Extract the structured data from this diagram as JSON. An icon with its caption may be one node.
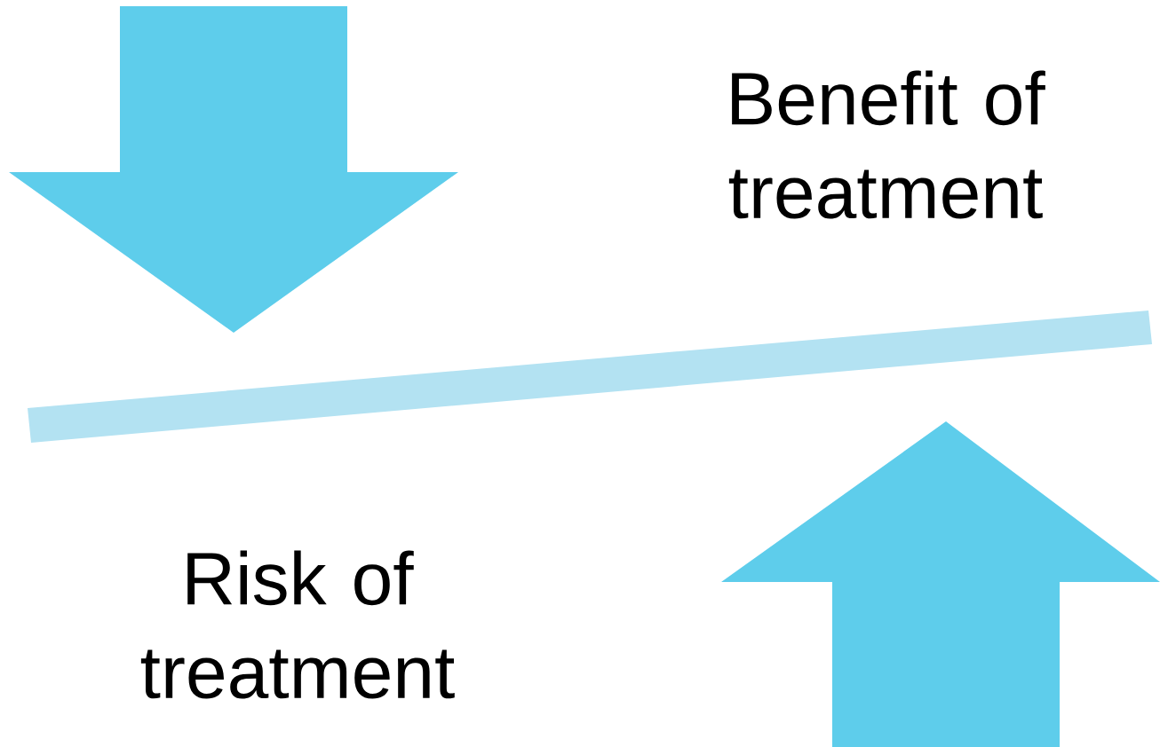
{
  "diagram": {
    "nodes": [
      {
        "text": [],
        "shape": "bar"
      }
    ],
    "labels": [
      "Benefit of treatment",
      "Risk of treatment"
    ]
  }
}
